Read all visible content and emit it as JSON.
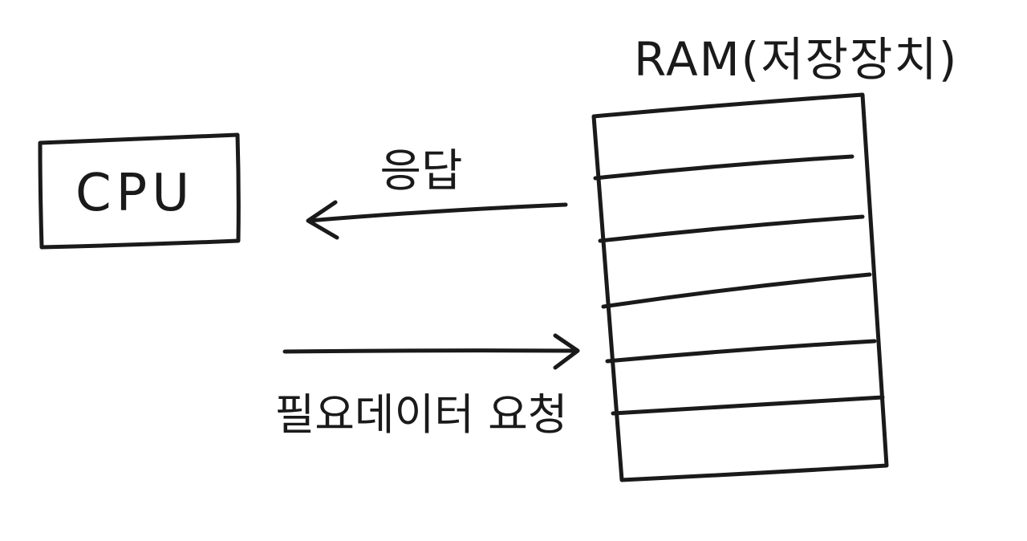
{
  "diagram": {
    "cpu": {
      "label": "CPU"
    },
    "ram": {
      "label": "RAM(저장장치)",
      "slot_count": 6
    },
    "arrows": {
      "response": {
        "label": "응답",
        "direction": "ram-to-cpu"
      },
      "request": {
        "label": "필요데이터 요청",
        "direction": "cpu-to-ram"
      }
    },
    "colors": {
      "ink": "#1a1a1a",
      "background": "#ffffff"
    }
  }
}
